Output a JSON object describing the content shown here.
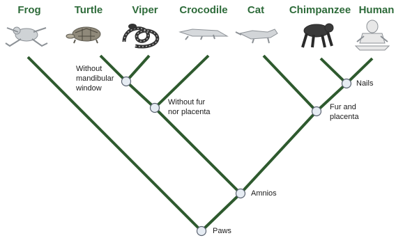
{
  "taxa": [
    {
      "name": "Frog",
      "icon": "frog-icon"
    },
    {
      "name": "Turtle",
      "icon": "turtle-icon"
    },
    {
      "name": "Viper",
      "icon": "viper-icon"
    },
    {
      "name": "Crocodile",
      "icon": "crocodile-icon"
    },
    {
      "name": "Cat",
      "icon": "cat-icon"
    },
    {
      "name": "Chimpanzee",
      "icon": "chimpanzee-icon"
    },
    {
      "name": "Human",
      "icon": "human-icon"
    }
  ],
  "nodes": {
    "nails": "Nails",
    "fur_placenta_1": "Fur and",
    "fur_placenta_2": "placenta",
    "mandibular_1": "Without",
    "mandibular_2": "mandibular",
    "mandibular_3": "window",
    "no_fur_1": "Without fur",
    "no_fur_2": "nor placenta",
    "amnios": "Amnios",
    "paws": "Paws"
  },
  "colors": {
    "branch": "#2e5a2e",
    "taxon_text": "#2e6b3a",
    "node_fill": "#e6ecf3",
    "node_stroke": "#5a6270"
  }
}
